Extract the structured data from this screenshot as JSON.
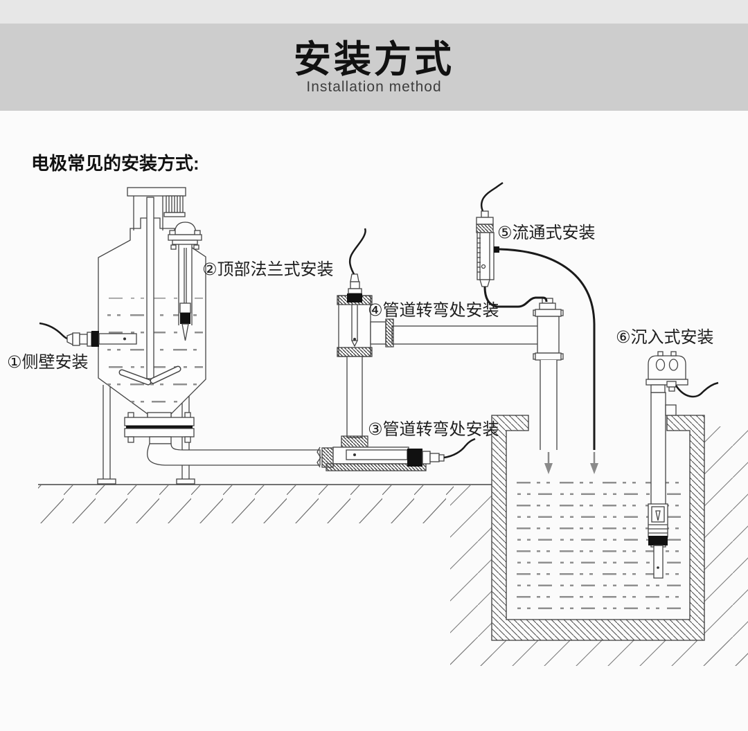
{
  "header": {
    "title": "安装方式",
    "subtitle": "Installation method"
  },
  "intro": {
    "heading": "电极常见的安装方式:"
  },
  "diagram": {
    "labels": [
      {
        "num": "①",
        "text": "①侧壁安装"
      },
      {
        "num": "②",
        "text": "②顶部法兰式安装"
      },
      {
        "num": "③",
        "text": "③管道转弯处安装"
      },
      {
        "num": "④",
        "text": "④管道转弯处安装"
      },
      {
        "num": "⑤",
        "text": "⑤流通式安装"
      },
      {
        "num": "⑥",
        "text": "⑥沉入式安装"
      }
    ]
  },
  "colors": {
    "top_strip": "#e7e7e7",
    "header_band": "#cdcdcd",
    "background": "#fbfbfb",
    "line": "#444444",
    "cable": "#1a1a1a",
    "arrow": "#8a8a8a",
    "liquid_dash": "#8f8f8f"
  }
}
